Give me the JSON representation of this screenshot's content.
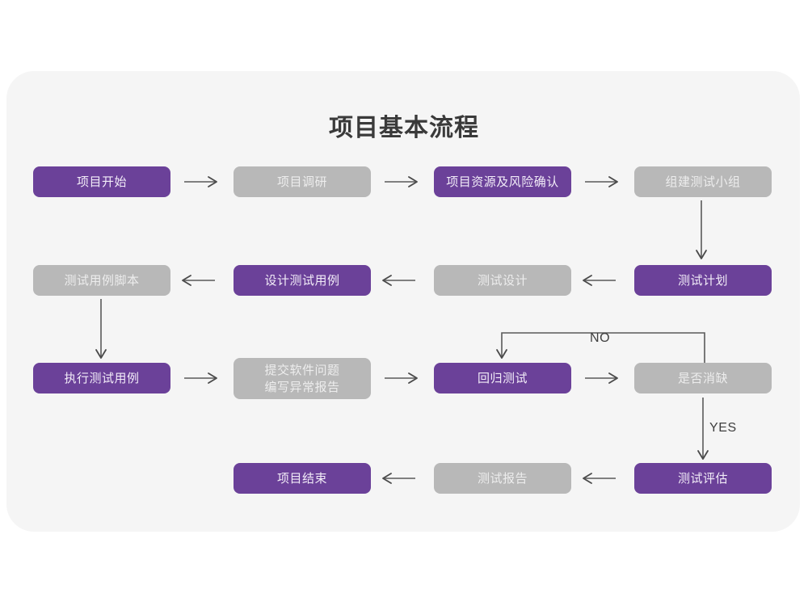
{
  "diagram": {
    "title": "项目基本流程",
    "colors": {
      "accent_purple": "#6B4199",
      "muted_gray": "#B8B8B8",
      "panel_background": "#F5F5F5",
      "page_background": "#FFFFFF",
      "connector": "#5A5A5A",
      "title_text": "#3A3A3A"
    },
    "nodes": [
      {
        "id": "n1",
        "label": "项目开始",
        "style": "purple",
        "row": 1,
        "col": 1
      },
      {
        "id": "n2",
        "label": "项目调研",
        "style": "gray",
        "row": 1,
        "col": 2
      },
      {
        "id": "n3",
        "label": "项目资源及风险确认",
        "style": "purple",
        "row": 1,
        "col": 3
      },
      {
        "id": "n4",
        "label": "组建测试小组",
        "style": "gray",
        "row": 1,
        "col": 4
      },
      {
        "id": "n5",
        "label": "测试用例脚本",
        "style": "gray",
        "row": 2,
        "col": 1
      },
      {
        "id": "n6",
        "label": "设计测试用例",
        "style": "purple",
        "row": 2,
        "col": 2
      },
      {
        "id": "n7",
        "label": "测试设计",
        "style": "gray",
        "row": 2,
        "col": 3
      },
      {
        "id": "n8",
        "label": "测试计划",
        "style": "purple",
        "row": 2,
        "col": 4
      },
      {
        "id": "n9",
        "label": "执行测试用例",
        "style": "purple",
        "row": 3,
        "col": 1
      },
      {
        "id": "n10",
        "label": "提交软件问题\n编写异常报告",
        "style": "gray",
        "row": 3,
        "col": 2
      },
      {
        "id": "n11",
        "label": "回归测试",
        "style": "purple",
        "row": 3,
        "col": 3
      },
      {
        "id": "n12",
        "label": "是否消缺",
        "style": "gray",
        "row": 3,
        "col": 4
      },
      {
        "id": "n13",
        "label": "项目结束",
        "style": "purple",
        "row": 4,
        "col": 2
      },
      {
        "id": "n14",
        "label": "测试报告",
        "style": "gray",
        "row": 4,
        "col": 3
      },
      {
        "id": "n15",
        "label": "测试评估",
        "style": "purple",
        "row": 4,
        "col": 4
      }
    ],
    "edge_labels": {
      "no": "NO",
      "yes": "YES"
    },
    "edges": [
      {
        "from": "n1",
        "to": "n2",
        "direction": "right"
      },
      {
        "from": "n2",
        "to": "n3",
        "direction": "right"
      },
      {
        "from": "n3",
        "to": "n4",
        "direction": "right"
      },
      {
        "from": "n4",
        "to": "n8",
        "direction": "down"
      },
      {
        "from": "n8",
        "to": "n7",
        "direction": "left"
      },
      {
        "from": "n7",
        "to": "n6",
        "direction": "left"
      },
      {
        "from": "n6",
        "to": "n5",
        "direction": "left"
      },
      {
        "from": "n5",
        "to": "n9",
        "direction": "down"
      },
      {
        "from": "n9",
        "to": "n10",
        "direction": "right"
      },
      {
        "from": "n10",
        "to": "n11",
        "direction": "right"
      },
      {
        "from": "n11",
        "to": "n12",
        "direction": "right"
      },
      {
        "from": "n12",
        "to": "n11",
        "direction": "loop-up-left",
        "label": "NO"
      },
      {
        "from": "n12",
        "to": "n15",
        "direction": "down",
        "label": "YES"
      },
      {
        "from": "n15",
        "to": "n14",
        "direction": "left"
      },
      {
        "from": "n14",
        "to": "n13",
        "direction": "left"
      }
    ]
  }
}
